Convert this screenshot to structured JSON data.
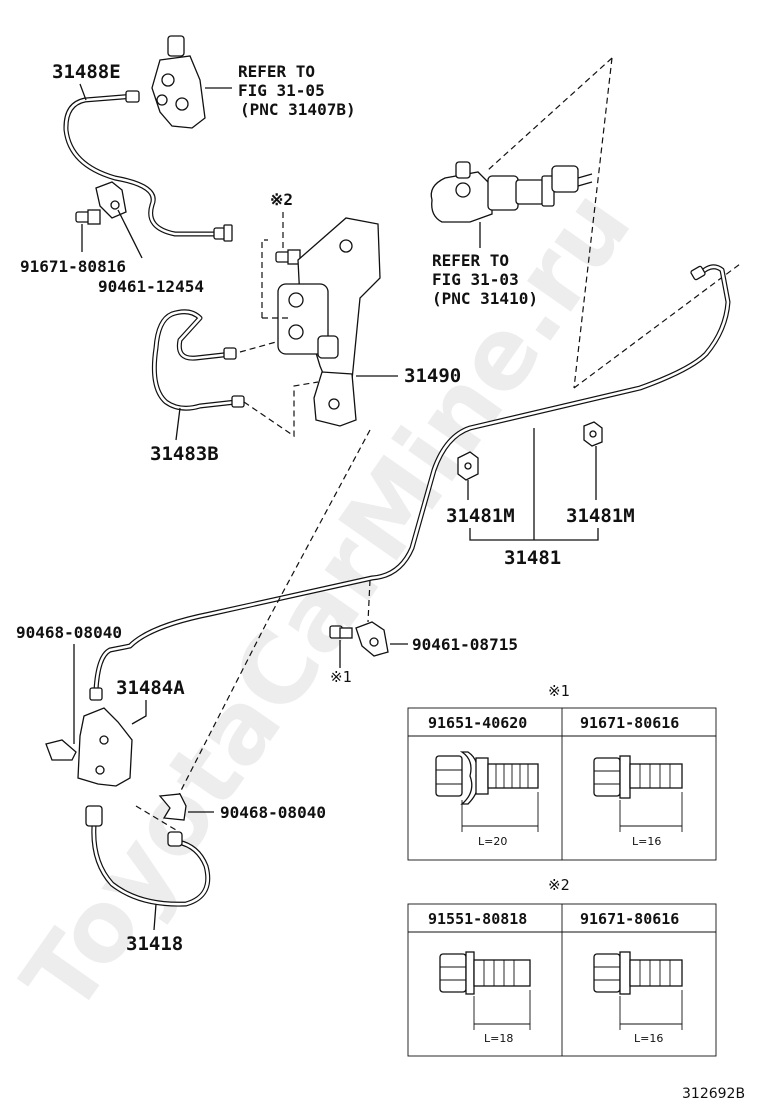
{
  "watermark": "ToyotaCarMine.ru",
  "diagram_id": "312692B",
  "labels": {
    "part_31488E": "31488E",
    "refer_a_line1": "REFER TO",
    "refer_a_line2": "FIG 31-05",
    "refer_a_line3": "(PNC 31407B)",
    "part_91671_80816": "91671-80816",
    "part_90461_12454": "90461-12454",
    "note_mark_2": "※2",
    "refer_b_line1": "REFER TO",
    "refer_b_line2": "FIG 31-03",
    "refer_b_line3": "(PNC 31410)",
    "part_31490": "31490",
    "part_31483B": "31483B",
    "part_31481M_left": "31481M",
    "part_31481M_right": "31481M",
    "part_31481": "31481",
    "part_90468_08040_top": "90468-08040",
    "part_90461_08715": "90461-08715",
    "note_mark_1_small": "※1",
    "part_31484A": "31484A",
    "part_90468_08040_bottom": "90468-08040",
    "part_31418": "31418"
  },
  "bolt_tables": [
    {
      "mark": "※1",
      "columns": [
        {
          "part": "91651-40620",
          "length": "L=20"
        },
        {
          "part": "91671-80616",
          "length": "L=16"
        }
      ]
    },
    {
      "mark": "※2",
      "columns": [
        {
          "part": "91551-80818",
          "length": "L=18"
        },
        {
          "part": "91671-80616",
          "length": "L=16"
        }
      ]
    }
  ]
}
